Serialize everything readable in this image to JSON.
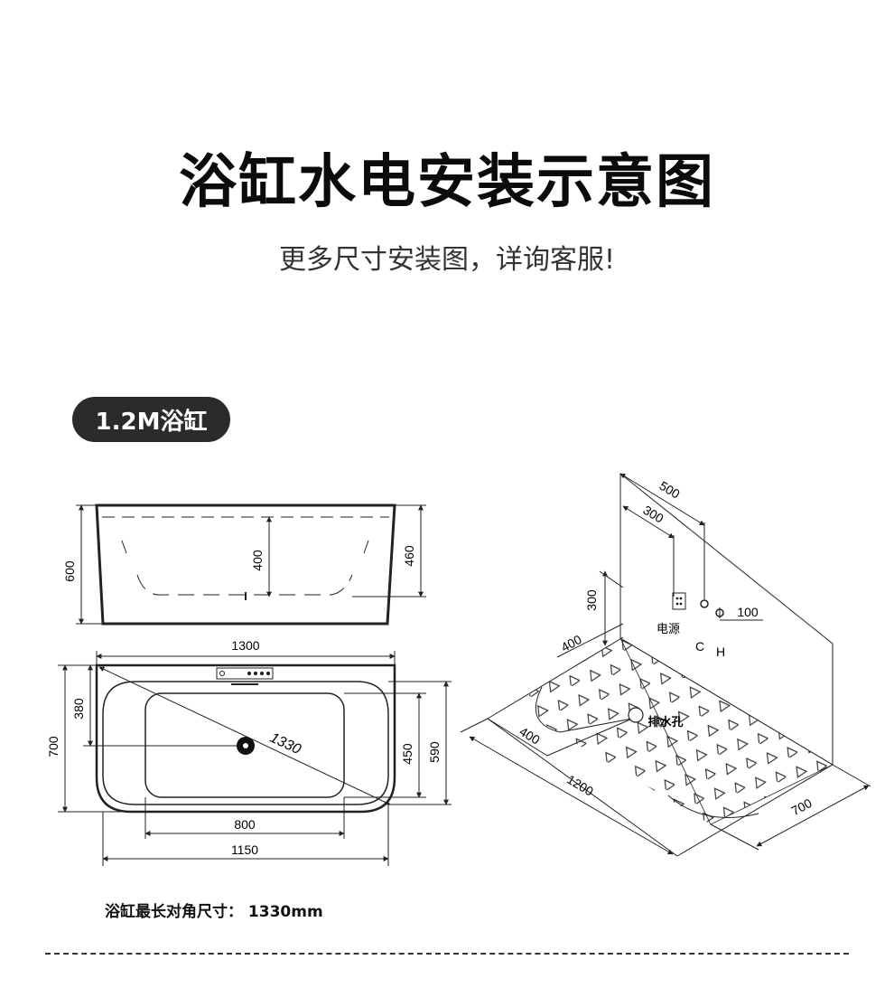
{
  "header": {
    "title": "浴缸水电安装示意图",
    "subtitle": "更多尺寸安装图，详询客服!"
  },
  "badge": {
    "label": "1.2M浴缸"
  },
  "side_view": {
    "height_total": "600",
    "inner_depth": "400",
    "height_inner": "460"
  },
  "top_view": {
    "width_total": "1300",
    "length_total": "700",
    "drain_offset": "380",
    "inner_450": "450",
    "inner_590": "590",
    "diagonal": "1330",
    "inner_length": "800",
    "bottom_length": "1150"
  },
  "install_view": {
    "dim_500": "500",
    "dim_300_top": "300",
    "dim_300_side": "300",
    "dim_100": "100",
    "dim_400_top": "400",
    "dim_400_drain": "400",
    "dim_1200": "1200",
    "dim_700": "700",
    "power_label": "电源",
    "cold_label": "C",
    "hot_label": "H",
    "drain_label": "排水孔"
  },
  "footer": {
    "diagonal_note": "浴缸最长对角尺寸：  1330mm"
  }
}
